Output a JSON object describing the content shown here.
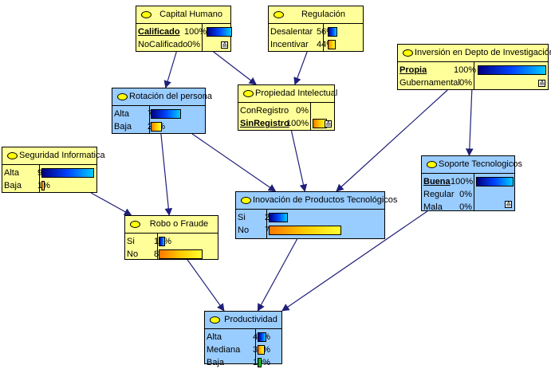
{
  "nodes": [
    {
      "id": "capital-humano",
      "title": "Capital Humano",
      "color": "yellow",
      "states": [
        {
          "label": "Calificado",
          "value": "100%",
          "fraction": 1.0,
          "bar": "blue",
          "selected": true
        },
        {
          "label": "NoCalificado",
          "value": "0%",
          "fraction": 0.0,
          "bar": "orange",
          "selected": false
        }
      ],
      "expander": "≙"
    },
    {
      "id": "regulacion",
      "title": "Regulación",
      "color": "yellow",
      "states": [
        {
          "label": "Desalentar",
          "value": "56%",
          "fraction": 0.56,
          "bar": "blue",
          "selected": false
        },
        {
          "label": "Incentivar",
          "value": "44%",
          "fraction": 0.44,
          "bar": "orange",
          "selected": false
        }
      ]
    },
    {
      "id": "inversion",
      "title": "Inversión en Depto de Investigación",
      "color": "yellow",
      "states": [
        {
          "label": "Propia",
          "value": "100%",
          "fraction": 1.0,
          "bar": "blue",
          "selected": true
        },
        {
          "label": "Gubernamental",
          "value": "0%",
          "fraction": 0.0,
          "bar": "orange",
          "selected": false
        }
      ],
      "expander": "≙"
    },
    {
      "id": "rotacion",
      "title": "Rotación del persona",
      "color": "blue",
      "states": [
        {
          "label": "Alta",
          "value": "73%",
          "fraction": 0.73,
          "bar": "blue",
          "selected": false
        },
        {
          "label": "Baja",
          "value": "27%",
          "fraction": 0.27,
          "bar": "orange",
          "selected": false
        }
      ]
    },
    {
      "id": "propiedad",
      "title": "Propiedad Intelectual",
      "color": "yellow",
      "states": [
        {
          "label": "ConRegistro",
          "value": "0%",
          "fraction": 0.0,
          "bar": "blue",
          "selected": false
        },
        {
          "label": "SinRegistro",
          "value": "100%",
          "fraction": 1.0,
          "bar": "orange",
          "selected": true
        }
      ],
      "expander": "≙"
    },
    {
      "id": "seguridad",
      "title": "Seguridad Informatica",
      "color": "yellow",
      "states": [
        {
          "label": "Alta",
          "value": "99%",
          "fraction": 0.99,
          "bar": "blue",
          "selected": false
        },
        {
          "label": "Baja",
          "value": "1%",
          "fraction": 0.01,
          "bar": "orange",
          "selected": false
        }
      ]
    },
    {
      "id": "soporte",
      "title": "Soporte Tecnologicos",
      "color": "blue",
      "states": [
        {
          "label": "Buena",
          "value": "100%",
          "fraction": 1.0,
          "bar": "blue",
          "selected": true
        },
        {
          "label": "Regular",
          "value": "0%",
          "fraction": 0.0,
          "bar": "orange",
          "selected": false
        },
        {
          "label": "Mala",
          "value": "0%",
          "fraction": 0.0,
          "bar": "green",
          "selected": false
        }
      ],
      "expander": "≙"
    },
    {
      "id": "inovacion",
      "title": "Inovación de Productos Tecnológicos",
      "color": "blue",
      "states": [
        {
          "label": "Si",
          "value": "21%",
          "fraction": 0.21,
          "bar": "blue",
          "selected": false
        },
        {
          "label": "No",
          "value": "79%",
          "fraction": 0.79,
          "bar": "orange",
          "selected": false
        }
      ]
    },
    {
      "id": "robo",
      "title": "Robo o Fraude",
      "color": "yellow",
      "states": [
        {
          "label": "Si",
          "value": "13%",
          "fraction": 0.13,
          "bar": "blue",
          "selected": false
        },
        {
          "label": "No",
          "value": "87%",
          "fraction": 0.87,
          "bar": "orange",
          "selected": false
        }
      ]
    },
    {
      "id": "productividad",
      "title": "Productividad",
      "color": "blue",
      "states": [
        {
          "label": "Alta",
          "value": "45%",
          "fraction": 0.45,
          "bar": "blue",
          "selected": false
        },
        {
          "label": "Mediana",
          "value": "36%",
          "fraction": 0.36,
          "bar": "orange",
          "selected": false
        },
        {
          "label": "Baja",
          "value": "19%",
          "fraction": 0.19,
          "bar": "green",
          "selected": false
        }
      ]
    }
  ],
  "edges": [
    {
      "from": "capital-humano",
      "to": "rotacion"
    },
    {
      "from": "capital-humano",
      "to": "propiedad"
    },
    {
      "from": "regulacion",
      "to": "propiedad"
    },
    {
      "from": "inversion",
      "to": "inovacion"
    },
    {
      "from": "inversion",
      "to": "soporte"
    },
    {
      "from": "rotacion",
      "to": "robo"
    },
    {
      "from": "rotacion",
      "to": "inovacion"
    },
    {
      "from": "propiedad",
      "to": "inovacion"
    },
    {
      "from": "seguridad",
      "to": "robo"
    },
    {
      "from": "robo",
      "to": "productividad"
    },
    {
      "from": "inovacion",
      "to": "productividad"
    },
    {
      "from": "soporte",
      "to": "productividad"
    }
  ],
  "colors": {
    "yellow_node": "#ffff99",
    "blue_node": "#99ccff",
    "edge": "#1f1f7a"
  }
}
